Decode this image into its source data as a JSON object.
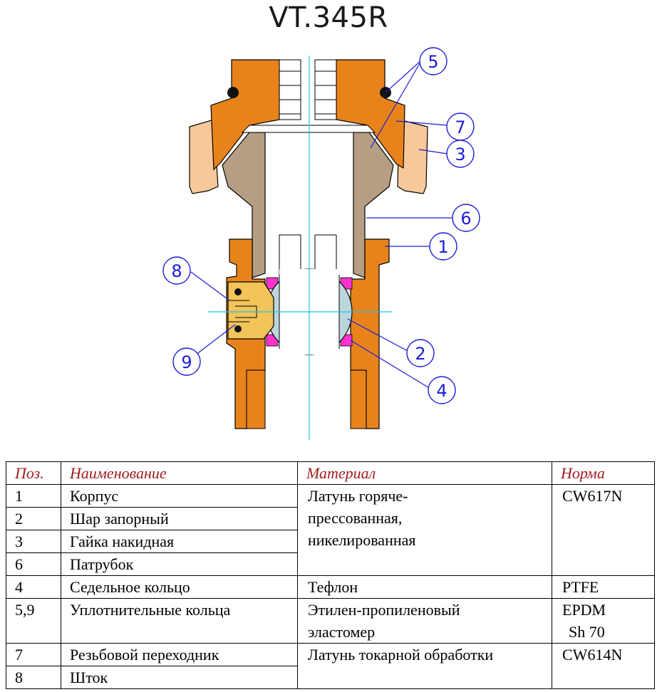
{
  "title": "VT.345R",
  "callouts": [
    "5",
    "7",
    "3",
    "6",
    "1",
    "8",
    "9",
    "2",
    "4"
  ],
  "colors": {
    "body": "#e8831c",
    "nut": "#f7c89a",
    "pipe": "#b59e84",
    "ball": "#bcd6dd",
    "seat": "#ff33cc",
    "stem": "#f2c45a",
    "leader": "#1c1cd9",
    "axis": "#1fc6e0",
    "header_text": "#a11d1d"
  },
  "table": {
    "headers": {
      "pos": "Поз.",
      "name": "Наименование",
      "material": "Материал",
      "standard": "Норма"
    },
    "rows": [
      {
        "pos": "1",
        "name": "Корпус"
      },
      {
        "pos": "2",
        "name": "Шар запорный"
      },
      {
        "pos": "3",
        "name": "Гайка накидная"
      },
      {
        "pos": "6",
        "name": "Патрубок"
      },
      {
        "pos": "4",
        "name": "Седельное кольцо"
      },
      {
        "pos": "5,9",
        "name": "Уплотнительные кольца"
      },
      {
        "pos": "7",
        "name": "Резьбовой переходник"
      },
      {
        "pos": "8",
        "name": "Шток"
      }
    ],
    "materials": {
      "group1": [
        "Латунь горяче-",
        "прессованная,",
        "никелированная"
      ],
      "group1_std": "CW617N",
      "group2": "Тефлон",
      "group2_std": "PTFE",
      "group3": [
        "Этилен-пропиленовый",
        "эластомер"
      ],
      "group3_std": [
        "EPDM",
        "Sh 70"
      ],
      "group4": "Латунь токарной обработки",
      "group4_std": "CW614N"
    }
  }
}
